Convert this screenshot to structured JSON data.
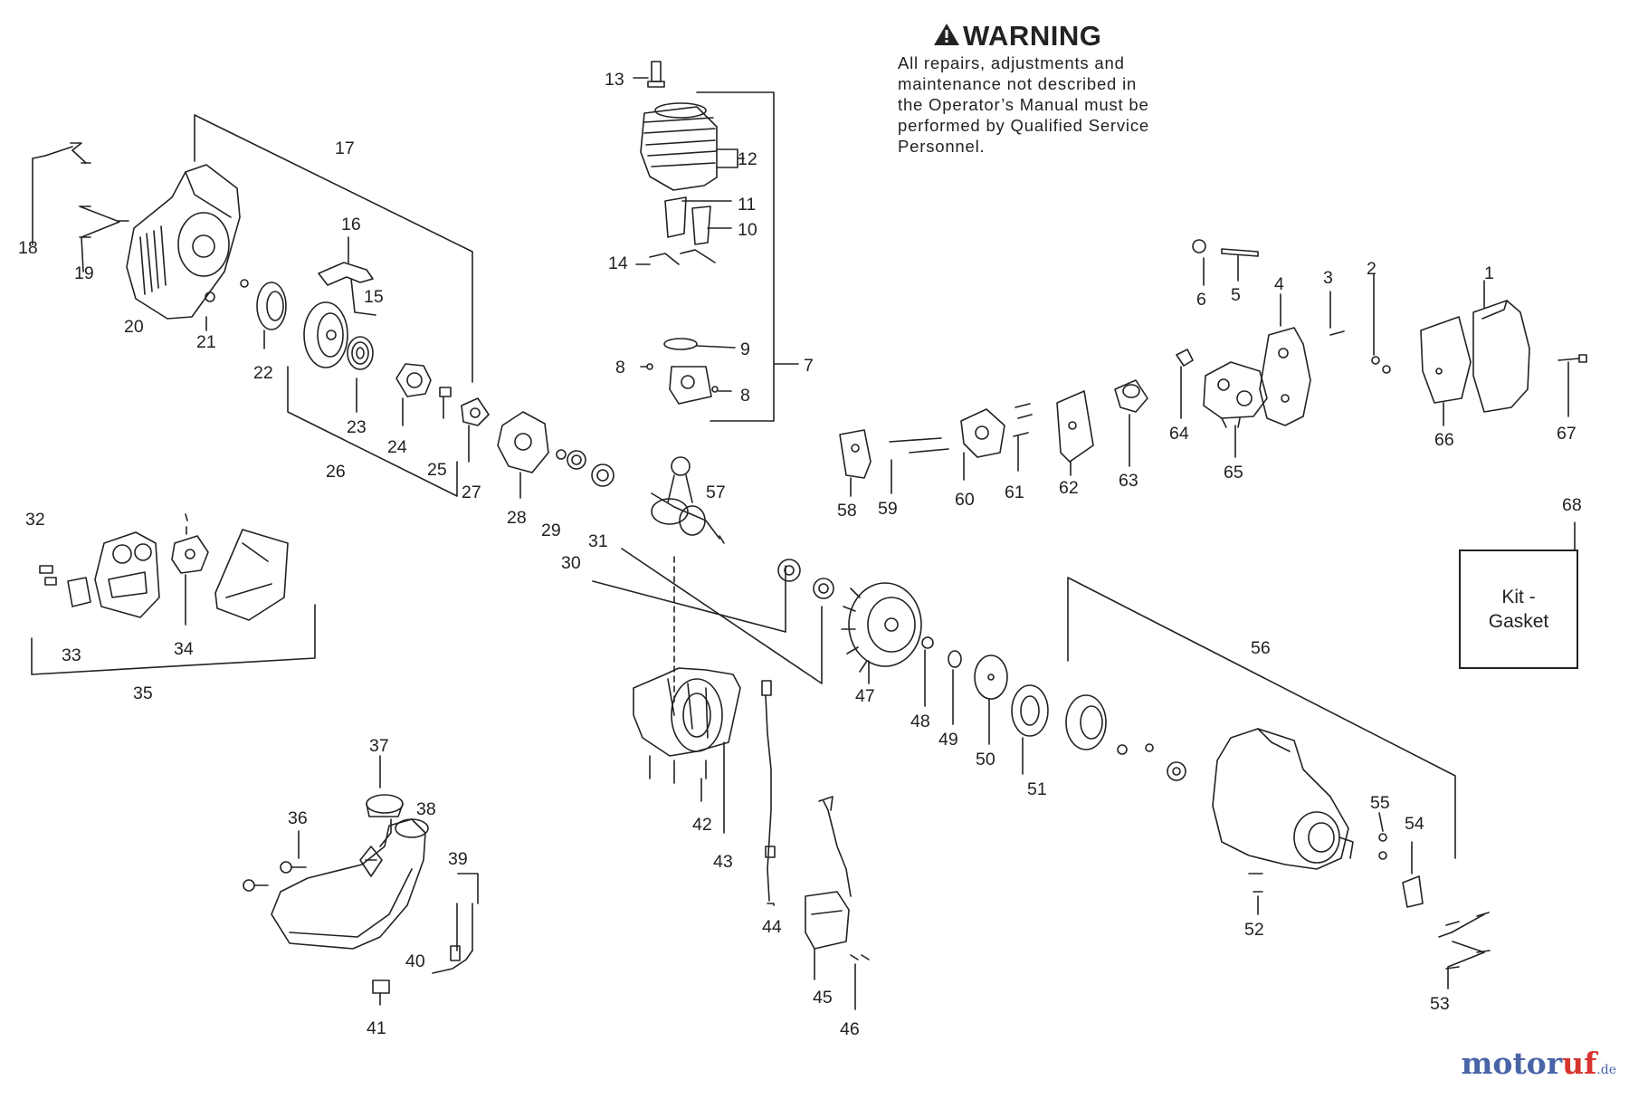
{
  "warning": {
    "heading": "WARNING",
    "lines": [
      "All repairs, adjustments and",
      "maintenance not described in",
      "the Operator’s Manual must be",
      "performed by Qualified Service",
      "Personnel."
    ]
  },
  "kit_box": {
    "label": "Kit -\nGasket"
  },
  "watermark": {
    "brand": "motor",
    "accent": "uf",
    "suffix": ".de"
  },
  "callouts": [
    {
      "n": "1"
    },
    {
      "n": "2"
    },
    {
      "n": "3"
    },
    {
      "n": "4"
    },
    {
      "n": "5"
    },
    {
      "n": "6"
    },
    {
      "n": "7"
    },
    {
      "n": "8"
    },
    {
      "n": "8"
    },
    {
      "n": "9"
    },
    {
      "n": "10"
    },
    {
      "n": "11"
    },
    {
      "n": "12"
    },
    {
      "n": "13"
    },
    {
      "n": "14"
    },
    {
      "n": "15"
    },
    {
      "n": "16"
    },
    {
      "n": "17"
    },
    {
      "n": "18"
    },
    {
      "n": "19"
    },
    {
      "n": "20"
    },
    {
      "n": "21"
    },
    {
      "n": "22"
    },
    {
      "n": "23"
    },
    {
      "n": "24"
    },
    {
      "n": "25"
    },
    {
      "n": "26"
    },
    {
      "n": "27"
    },
    {
      "n": "28"
    },
    {
      "n": "29"
    },
    {
      "n": "30"
    },
    {
      "n": "31"
    },
    {
      "n": "32"
    },
    {
      "n": "33"
    },
    {
      "n": "34"
    },
    {
      "n": "35"
    },
    {
      "n": "36"
    },
    {
      "n": "37"
    },
    {
      "n": "38"
    },
    {
      "n": "39"
    },
    {
      "n": "40"
    },
    {
      "n": "41"
    },
    {
      "n": "42"
    },
    {
      "n": "43"
    },
    {
      "n": "44"
    },
    {
      "n": "45"
    },
    {
      "n": "46"
    },
    {
      "n": "47"
    },
    {
      "n": "48"
    },
    {
      "n": "49"
    },
    {
      "n": "50"
    },
    {
      "n": "51"
    },
    {
      "n": "52"
    },
    {
      "n": "53"
    },
    {
      "n": "54"
    },
    {
      "n": "55"
    },
    {
      "n": "56"
    },
    {
      "n": "57"
    },
    {
      "n": "58"
    },
    {
      "n": "59"
    },
    {
      "n": "60"
    },
    {
      "n": "61"
    },
    {
      "n": "62"
    },
    {
      "n": "63"
    },
    {
      "n": "64"
    },
    {
      "n": "65"
    },
    {
      "n": "66"
    },
    {
      "n": "67"
    },
    {
      "n": "68"
    }
  ],
  "colors": {
    "ink": "#222222",
    "watermark_blue": "#4a64a8",
    "watermark_red": "#d7342e"
  }
}
